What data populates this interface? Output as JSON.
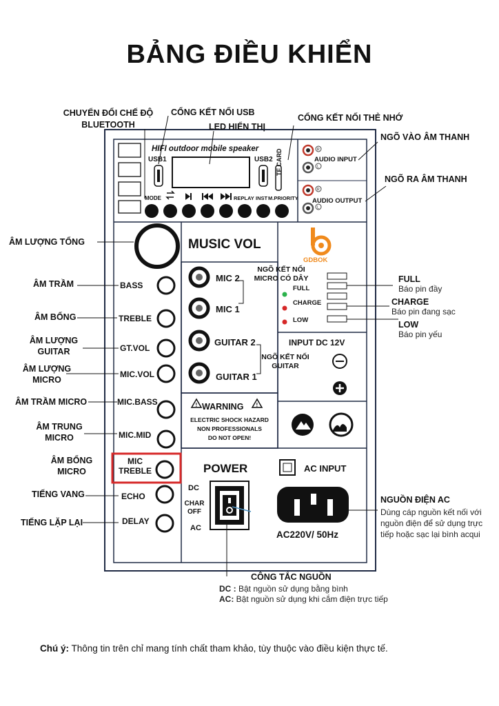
{
  "title": "BẢNG ĐIỀU KHIỂN",
  "callouts": {
    "bluetooth_mode": "CHUYỂN ĐỔI CHẾ ĐỘ\nBLUETOOTH",
    "usb": "CỔNG KẾT NỐI USB",
    "led": "LED HIỂN THỊ",
    "tf": "CỔNG KẾT NỐI THẺ NHỚ",
    "audio_in": "NGÕ VÀO ÂM THANH",
    "audio_out": "NGÕ RA ÂM THANH",
    "master_vol": "ÂM LƯỢNG TỔNG",
    "bass": "ÂM TRẦM",
    "treble": "ÂM BỔNG",
    "guitar_vol": "ÂM LƯỢNG\nGUITAR",
    "mic_vol": "ÂM LƯỢNG\nMICRO",
    "mic_bass": "ÂM TRẦM MICRO",
    "mic_mid": "ÂM TRUNG\nMICRO",
    "mic_treble": "ÂM BỔNG\nMICRO",
    "echo": "TIẾNG VANG",
    "delay": "TIẾNG LẶP LẠI",
    "mic_in": "NGÕ KẾT NỐI\nMICRO CÓ DÂY",
    "guitar_in": "NGÕ KẾT NỐI\nGUITAR",
    "full_title": "FULL",
    "full_desc": "Báo pin đầy",
    "charge_title": "CHARGE",
    "charge_desc": "Báo pin đang sạc",
    "low_title": "LOW",
    "low_desc": "Báo pin yếu",
    "ac_title": "NGUỒN ĐIỆN AC",
    "ac_desc": "Dùng cáp nguồn kết nối với nguồn điện để sử dụng trực tiếp hoặc sạc lại bình acqui",
    "switch_title": "CÔNG TẮC NGUỒN",
    "dc_key": "DC :",
    "dc_desc": " Bật nguồn sử dụng bằng bình",
    "ac_key": "AC:",
    "ac_text": " Bật nguồn sử dụng khi cắm điện trực tiếp"
  },
  "panel": {
    "speaker_text": "HIFI outdoor mobile speaker",
    "usb1": "USB1",
    "usb2": "USB2",
    "tf_card": "TF CARD",
    "mode": "MODE",
    "replay": "REPLAY",
    "inst": "INST",
    "mpriority": "M.PRIORITY",
    "audio_input": "AUDIO INPUT",
    "audio_output": "AUDIO OUTPUT",
    "music_vol": "MUSIC VOL",
    "knobs": [
      "BASS",
      "TREBLE",
      "GT.VOL",
      "MIC.VOL",
      "MIC.BASS",
      "MIC.MID",
      "MIC\nTREBLE",
      "ECHO",
      "DELAY"
    ],
    "jacks": [
      "MIC 2",
      "MIC 1",
      "GUITAR 2",
      "GUITAR 1"
    ],
    "brand": "GDBOK",
    "full": "FULL",
    "charge": "CHARGE",
    "low": "LOW",
    "input_dc": "INPUT DC 12V",
    "warning": "WARNING",
    "warn_l1": "ELECTRIC SHOCK HAZARD",
    "warn_l2": "NON PROFESSIONALS",
    "warn_l3": "DO NOT OPEN!",
    "power": "POWER",
    "sw_dc": "DC",
    "sw_charoff": "CHAR\nOFF",
    "sw_ac": "AC",
    "ac_input": "AC INPUT",
    "ac_rating": "AC220V/ 50Hz"
  },
  "footer": {
    "note_key": "Chú ý:",
    "note_text": " Thông tin trên chỉ mang tính chất tham khảo, tùy thuộc vào điều kiện thực tế."
  },
  "colors": {
    "panel_border": "#1f2a44",
    "highlight": "#d62828",
    "led_green": "#2bb24c",
    "led_red": "#d62828",
    "brand_orange": "#f08a1c"
  }
}
